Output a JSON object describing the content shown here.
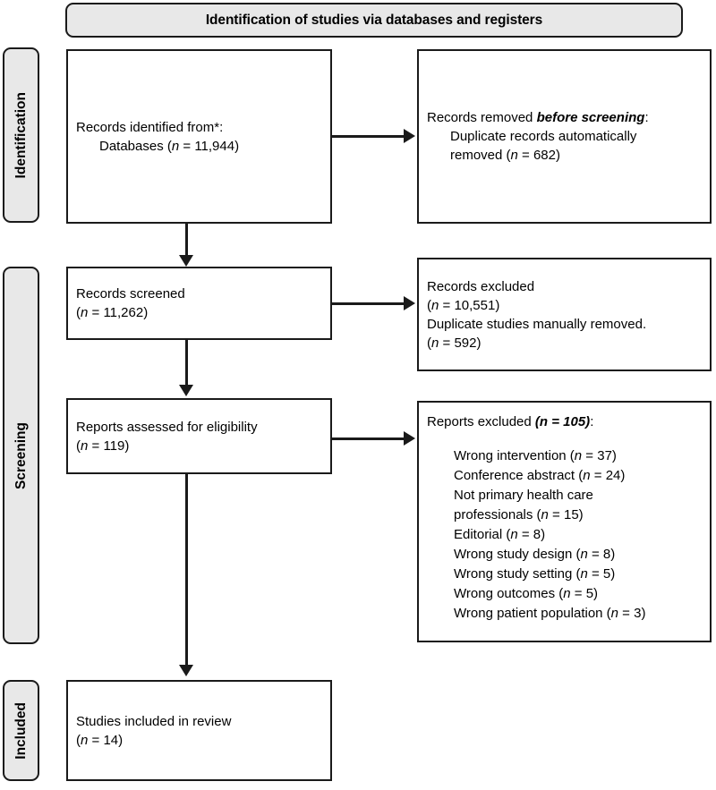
{
  "banner": {
    "title": "Identification of studies via databases and registers"
  },
  "stages": [
    {
      "id": "identification",
      "label": "Identification"
    },
    {
      "id": "screening",
      "label": "Screening"
    },
    {
      "id": "included",
      "label": "Included"
    }
  ],
  "boxes": {
    "identified": {
      "line1": "Records identified from*:",
      "line2_label": "Databases (",
      "line2_italic": "n",
      "line2_value": " = 11,944)"
    },
    "removed": {
      "line1_prefix": "Records removed ",
      "line1_emphasis": "before screening",
      "line1_suffix": ":",
      "line2": "Duplicate records automatically",
      "line3_label": "removed (",
      "line3_italic": "n",
      "line3_value": " = 682)"
    },
    "screened": {
      "line1": "Records screened",
      "line2_open": "(",
      "line2_italic": "n",
      "line2_value": " = 11,262)"
    },
    "records_excluded": {
      "line1": "Records excluded",
      "line2_open": "(",
      "line2_italic": "n",
      "line2_value": " = 10,551)",
      "line3": "Duplicate studies manually removed.",
      "line4_open": "(",
      "line4_italic": "n",
      "line4_value": " = 592)"
    },
    "eligibility": {
      "line1": "Reports assessed for eligibility",
      "line2_open": "(",
      "line2_italic": "n",
      "line2_value": " = 119)"
    },
    "reports_excluded": {
      "heading_prefix": "Reports excluded ",
      "heading_italic": "(n = 105)",
      "heading_suffix": ":",
      "reasons": [
        {
          "label": "Wrong intervention (",
          "n": "n",
          "value": " = 37)"
        },
        {
          "label": "Conference abstract (",
          "n": "n",
          "value": " = 24)"
        },
        {
          "label": "Not primary health care",
          "n": "",
          "value": ""
        },
        {
          "label": "professionals (",
          "n": "n",
          "value": " = 15)"
        },
        {
          "label": "Editorial (",
          "n": "n",
          "value": " = 8)"
        },
        {
          "label": "Wrong study design (",
          "n": "n",
          "value": " = 8)"
        },
        {
          "label": "Wrong study setting (",
          "n": "n",
          "value": " = 5)"
        },
        {
          "label": "Wrong outcomes (",
          "n": "n",
          "value": " = 5)"
        },
        {
          "label": "Wrong patient population (",
          "n": "n",
          "value": " = 3)"
        }
      ]
    },
    "included": {
      "line1": "Studies included in review",
      "line2_open": "(",
      "line2_italic": "n",
      "line2_value": " = 14)"
    }
  },
  "colors": {
    "stroke": "#1a1a1a",
    "tab_fill": "#e8e8e8",
    "box_fill": "#ffffff"
  }
}
